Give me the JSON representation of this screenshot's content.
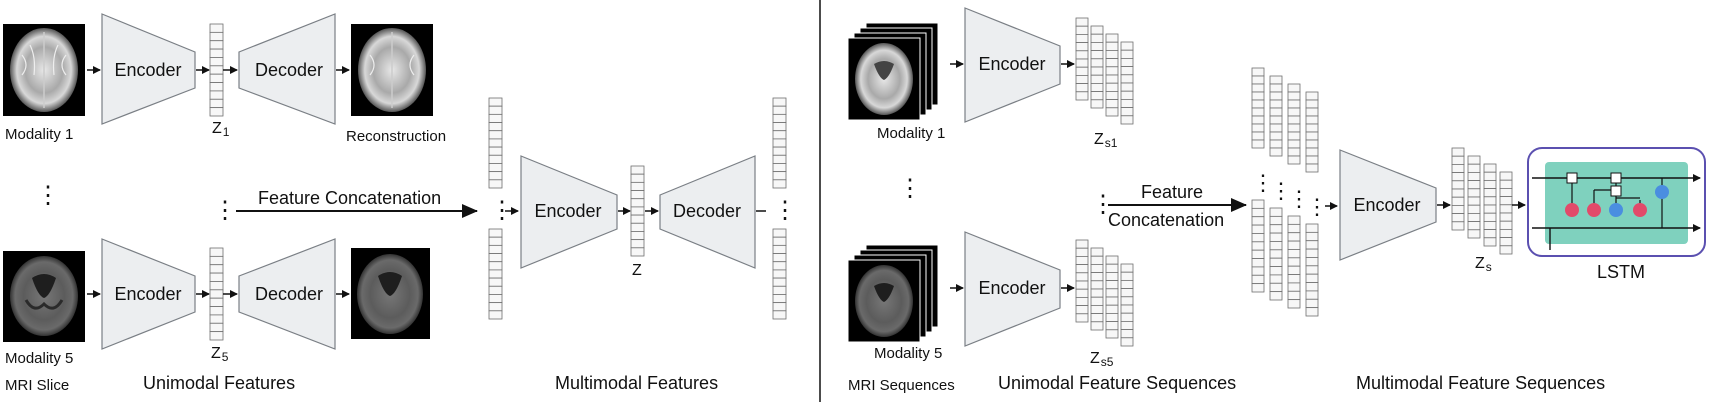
{
  "labels": {
    "encoder": "Encoder",
    "decoder": "Decoder",
    "modality1": "Modality 1",
    "modality5": "Modality 5",
    "z1_main": "Z",
    "z1_sub": "1",
    "z5_main": "Z",
    "z5_sub": "5",
    "z_main": "Z",
    "zs1_main": "Z",
    "zs1_sub": "s1",
    "zs5_main": "Z",
    "zs5_sub": "s5",
    "zs_main": "Z",
    "zs_sub": "s",
    "reconstruction": "Reconstruction",
    "feature_concat": "Feature Concatenation",
    "feature_concat_line1": "Feature",
    "feature_concat_line2": "Concatenation",
    "mri_slice": "MRI Slice",
    "unimodal_features": "Unimodal Features",
    "multimodal_features": "Multimodal Features",
    "mri_sequences": "MRI Sequences",
    "unimodal_feature_sequences": "Unimodal Feature Sequences",
    "multimodal_feature_sequences": "Multimodal Feature Sequences",
    "lstm": "LSTM",
    "ellipsis": "⋮"
  },
  "colors": {
    "lstm_border": "#5b50b0",
    "lstm_fill": "#7fd1be",
    "gate_red": "#e24a6a",
    "gate_blue": "#4a8ee0"
  }
}
